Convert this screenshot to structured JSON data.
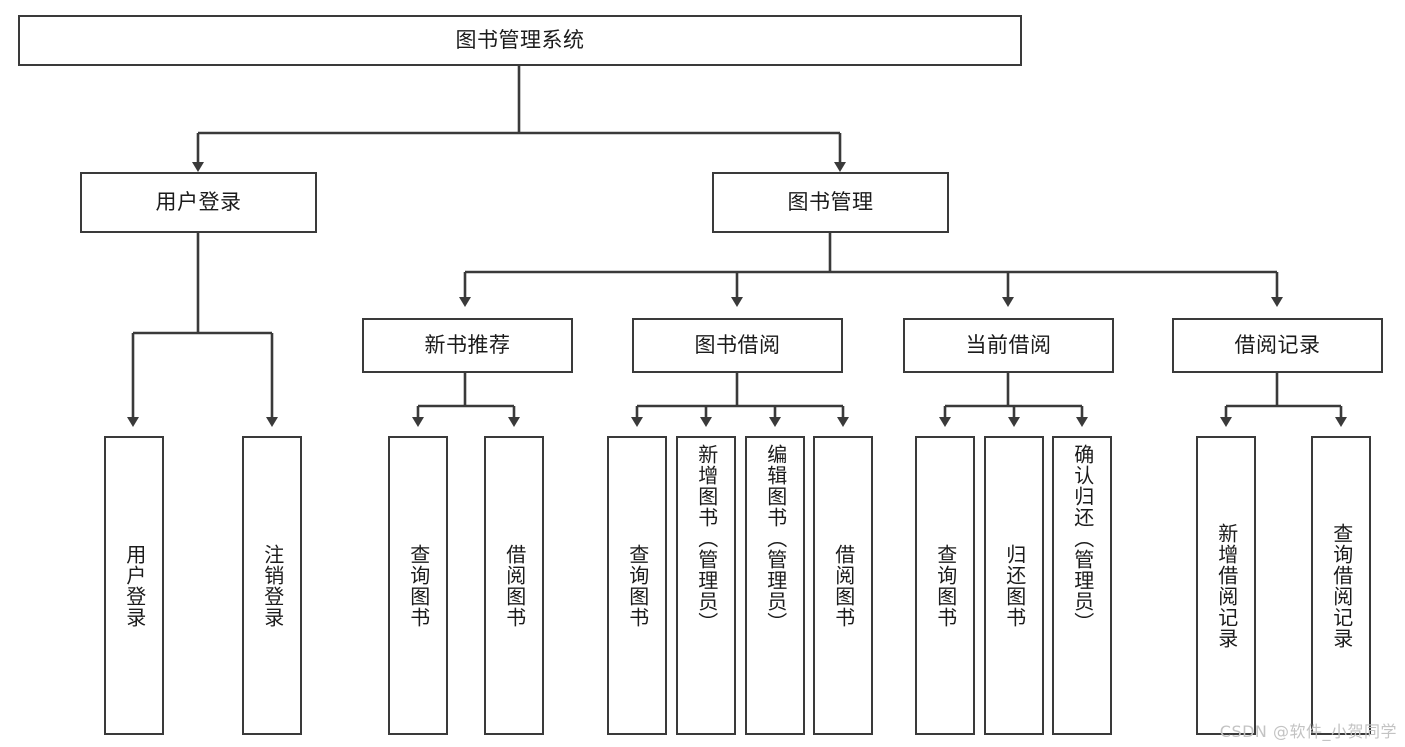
{
  "diagram": {
    "title": "图书管理系统",
    "type": "tree-hierarchy-diagram",
    "colors": {
      "box_border": "#3a3a3a",
      "box_fill": "#ffffff",
      "connector": "#3a3a3a",
      "text": "#1b1b1b",
      "watermark": "#c3c3c3",
      "background": "#ffffff"
    },
    "root": {
      "label": "图书管理系统"
    },
    "level2": [
      {
        "label": "用户登录"
      },
      {
        "label": "图书管理"
      }
    ],
    "level3": [
      {
        "label": "新书推荐"
      },
      {
        "label": "图书借阅"
      },
      {
        "label": "当前借阅"
      },
      {
        "label": "借阅记录"
      }
    ],
    "leaves": {
      "user_login": [
        {
          "label": "用户登录"
        },
        {
          "label": "注销登录"
        }
      ],
      "new_book_recommend": [
        {
          "label": "查询图书"
        },
        {
          "label": "借阅图书"
        }
      ],
      "book_borrow": [
        {
          "label": "查询图书"
        },
        {
          "label": "新增图书（管理员）"
        },
        {
          "label": "编辑图书（管理员）"
        },
        {
          "label": "借阅图书"
        }
      ],
      "current_borrow": [
        {
          "label": "查询图书"
        },
        {
          "label": "归还图书"
        },
        {
          "label": "确认归还（管理员）"
        }
      ],
      "borrow_records": [
        {
          "label": "新增借阅记录"
        },
        {
          "label": "查询借阅记录"
        }
      ]
    }
  },
  "watermark": {
    "text": "CSDN @软件_小贺同学"
  }
}
